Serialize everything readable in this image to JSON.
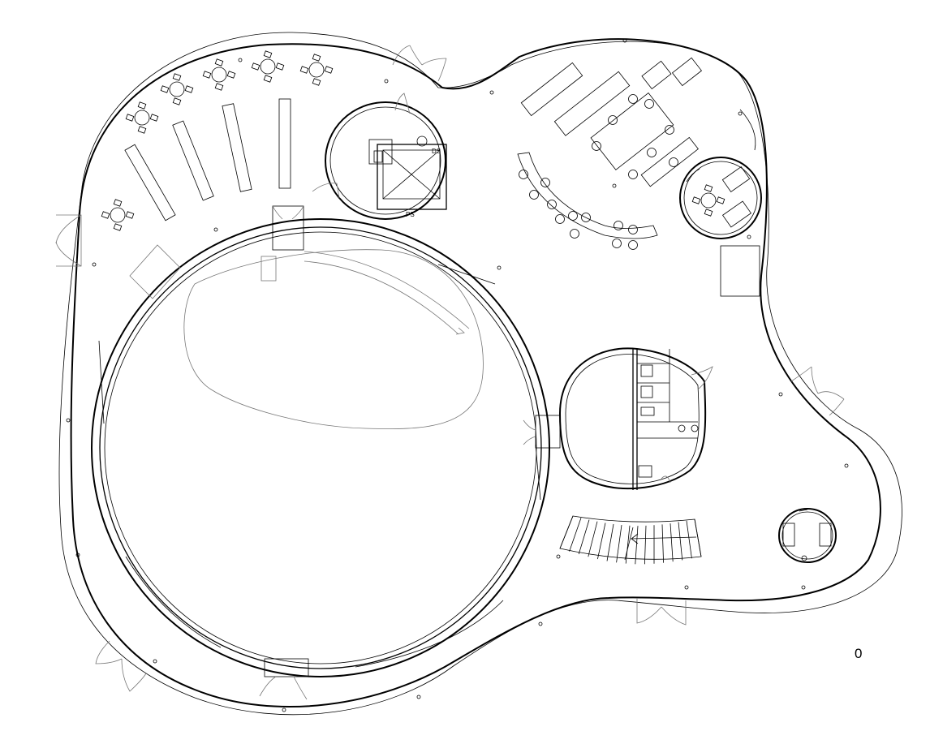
{
  "plan": {
    "level_label": "0",
    "shaft_labels": {
      "ds": "DS",
      "ps": "PS"
    }
  },
  "icons": {
    "door": "door-swing-icon",
    "table": "round-table-with-chairs-icon",
    "toilet": "toilet-icon",
    "sink": "sink-icon",
    "elevator": "elevator-icon",
    "stair": "stair-icon",
    "column": "column-dot-icon"
  },
  "colors": {
    "line": "#000000",
    "secondary_line": "#777777",
    "background": "#ffffff"
  }
}
